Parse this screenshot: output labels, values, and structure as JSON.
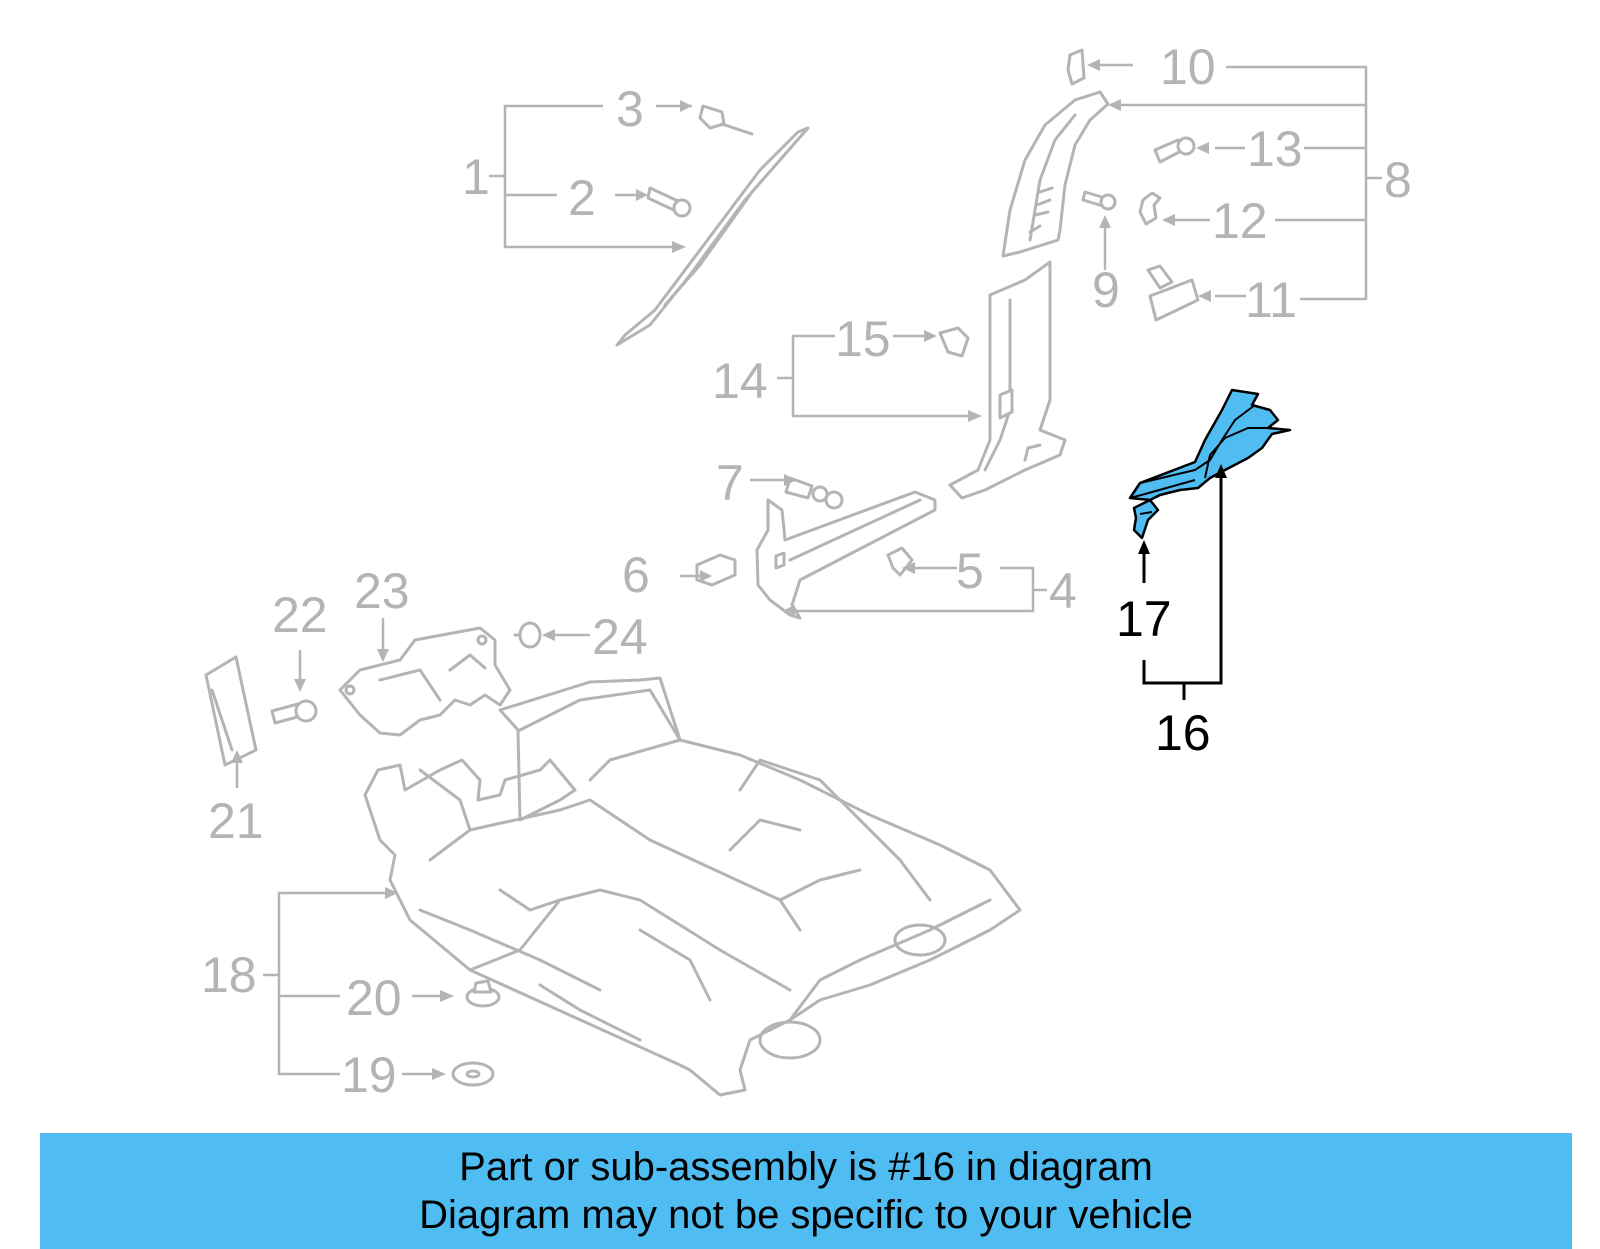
{
  "callouts": {
    "c1": "1",
    "c2": "2",
    "c3": "3",
    "c4": "4",
    "c5": "5",
    "c6": "6",
    "c7": "7",
    "c8": "8",
    "c9": "9",
    "c10": "10",
    "c11": "11",
    "c12": "12",
    "c13": "13",
    "c14": "14",
    "c15": "15",
    "c16": "16",
    "c17": "17",
    "c18": "18",
    "c19": "19",
    "c20": "20",
    "c21": "21",
    "c22": "22",
    "c23": "23",
    "c24": "24"
  },
  "highlighted_part": "16",
  "banner": {
    "line1": "Part or sub-assembly is #16 in diagram",
    "line2": "Diagram may not be specific to your vehicle"
  },
  "colors": {
    "highlight": "#4fbcf2",
    "ghost": "#b4b4b4",
    "ink": "#000000"
  }
}
